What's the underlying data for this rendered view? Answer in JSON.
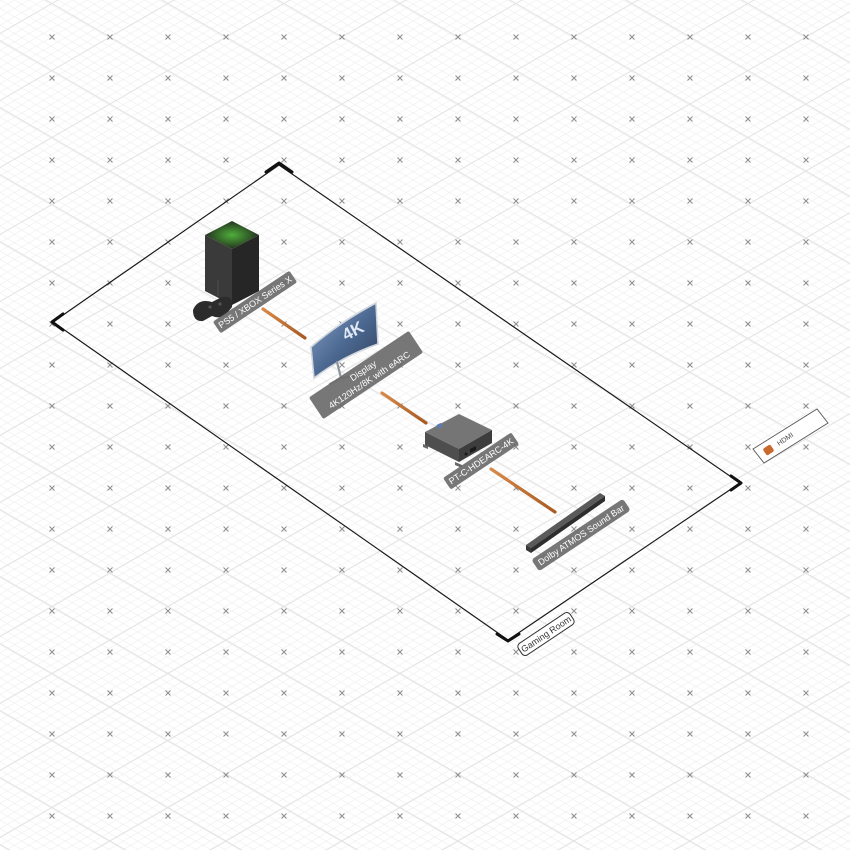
{
  "diagram": {
    "type": "isometric-network-diagram",
    "room": {
      "label": "Gaming Room",
      "frame_color": "#1a1a1a"
    },
    "devices": [
      {
        "id": "console",
        "label": "PS5 / XBOX Series X",
        "icon": "game-console-icon"
      },
      {
        "id": "display",
        "label_line1": "Display",
        "label_line2": "4K120Hz/8K with eARC",
        "icon": "curved-monitor-icon",
        "screen_text": "4K"
      },
      {
        "id": "extractor",
        "label": "PT-C-HDEARC-4K",
        "icon": "audio-extractor-icon"
      },
      {
        "id": "soundbar",
        "label": "Dolby ATMOS Sound Bar",
        "icon": "soundbar-icon"
      }
    ],
    "connections": [
      {
        "from": "console",
        "to": "display",
        "type": "HDMI"
      },
      {
        "from": "display",
        "to": "extractor",
        "type": "HDMI"
      },
      {
        "from": "extractor",
        "to": "soundbar",
        "type": "HDMI"
      }
    ],
    "legend": {
      "items": [
        {
          "label": "HDMI",
          "color": "#c8692e"
        }
      ]
    },
    "colors": {
      "cable": "#b8652a",
      "cable_highlight": "#e09a5c",
      "label_bg": "#6b6b6b",
      "grid_line": "#eeeeee",
      "grid_marker": "#9a9a9a"
    }
  }
}
